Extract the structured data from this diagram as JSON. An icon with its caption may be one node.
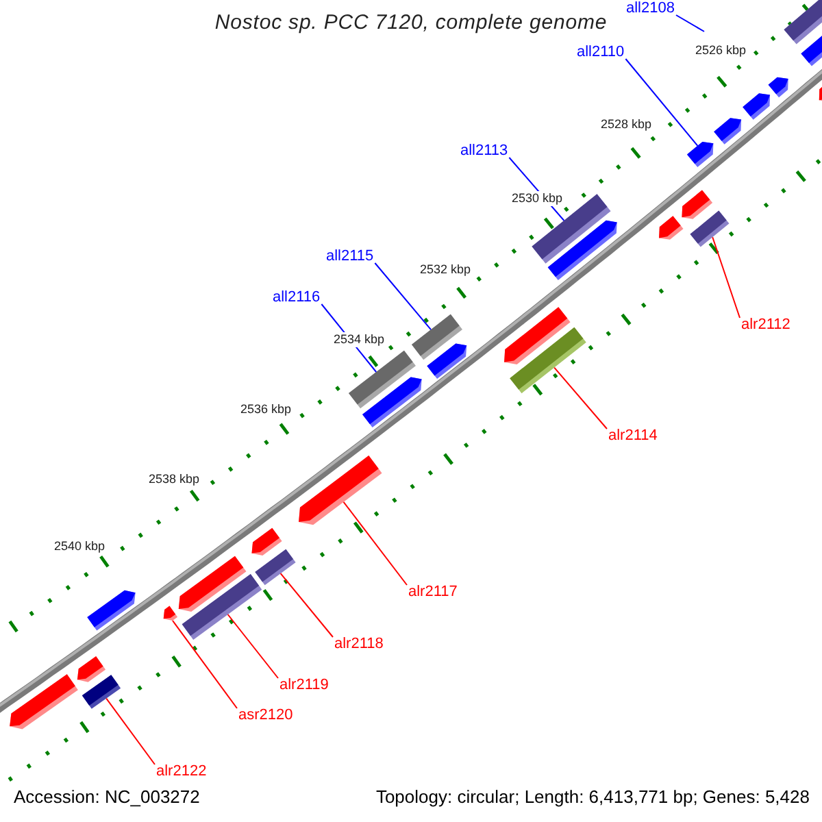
{
  "diagram": {
    "title": "Nostoc sp. PCC 7120, complete genome",
    "nodes": [
      {
        "text": [
          "all2108"
        ]
      },
      {
        "text": [
          "all2110"
        ]
      },
      {
        "text": [
          "all2113"
        ]
      },
      {
        "text": [
          "alr2112"
        ]
      },
      {
        "text": [
          "all2115"
        ]
      },
      {
        "text": [
          "all2116"
        ]
      },
      {
        "text": [
          "alr2114"
        ]
      },
      {
        "text": [
          "alr2117"
        ]
      },
      {
        "text": [
          "alr2118"
        ]
      },
      {
        "text": [
          "alr2119"
        ]
      },
      {
        "text": [
          "asr2120"
        ]
      },
      {
        "text": [
          "alr2122"
        ]
      },
      {
        "text": [],
        "shape": "bar"
      },
      {
        "text": [],
        "shape": "arrow"
      },
      {
        "text": [],
        "shape": "arrow"
      },
      {
        "text": [],
        "shape": "arrow"
      },
      {
        "text": [],
        "shape": "arrow"
      },
      {
        "text": [],
        "shape": "arrow"
      },
      {
        "text": [],
        "shape": "arrow"
      },
      {
        "text": [],
        "shape": "arrow"
      },
      {
        "text": [],
        "shape": "bar"
      },
      {
        "text": [],
        "shape": "bar"
      },
      {
        "text": [],
        "shape": "arrow"
      },
      {
        "text": [],
        "shape": "arrow"
      },
      {
        "text": [],
        "shape": "bar"
      },
      {
        "text": [],
        "shape": "arrow"
      },
      {
        "text": [],
        "shape": "arrow"
      },
      {
        "text": [],
        "shape": "bar"
      },
      {
        "text": [],
        "shape": "bar"
      },
      {
        "text": [],
        "shape": "arrow"
      },
      {
        "text": [],
        "shape": "arrow"
      },
      {
        "text": [],
        "shape": "arrow"
      },
      {
        "text": [],
        "shape": "bar"
      },
      {
        "text": [],
        "shape": "arrow"
      },
      {
        "text": [],
        "shape": "bar"
      },
      {
        "text": [],
        "shape": "arrow"
      },
      {
        "text": [],
        "shape": "arrow"
      },
      {
        "text": [],
        "shape": "arrow"
      },
      {
        "text": [],
        "shape": "bar"
      },
      {
        "text": [],
        "shape": "arrow"
      }
    ],
    "edges": [
      {
        "from": 0,
        "to": null,
        "arrow": "none",
        "color": "#0000ff"
      },
      {
        "from": 1,
        "to": 18,
        "arrow": "none",
        "color": "#0000ff"
      },
      {
        "from": 2,
        "to": 20,
        "arrow": "none",
        "color": "#0000ff"
      },
      {
        "from": 3,
        "to": 21,
        "arrow": "none"
      },
      {
        "from": 4,
        "to": 24,
        "arrow": "none",
        "color": "#0000ff"
      },
      {
        "from": 5,
        "to": 28,
        "arrow": "none",
        "color": "#0000ff"
      },
      {
        "from": 6,
        "to": 27,
        "arrow": "none"
      },
      {
        "from": 7,
        "to": 30,
        "arrow": "none"
      },
      {
        "from": 8,
        "to": 32,
        "arrow": "none"
      },
      {
        "from": 9,
        "to": 34,
        "arrow": "none"
      },
      {
        "from": 10,
        "to": 36,
        "arrow": "none"
      },
      {
        "from": 11,
        "to": 38,
        "arrow": "none"
      }
    ],
    "labels": [
      "2526 kbp",
      "2528 kbp",
      "2530 kbp",
      "2532 kbp",
      "2534 kbp",
      "2536 kbp",
      "2538 kbp",
      "2540 kbp",
      "Accession: NC_003272",
      "Topology: circular; Length: 6,413,771 bp; Genes: 5,428"
    ]
  }
}
